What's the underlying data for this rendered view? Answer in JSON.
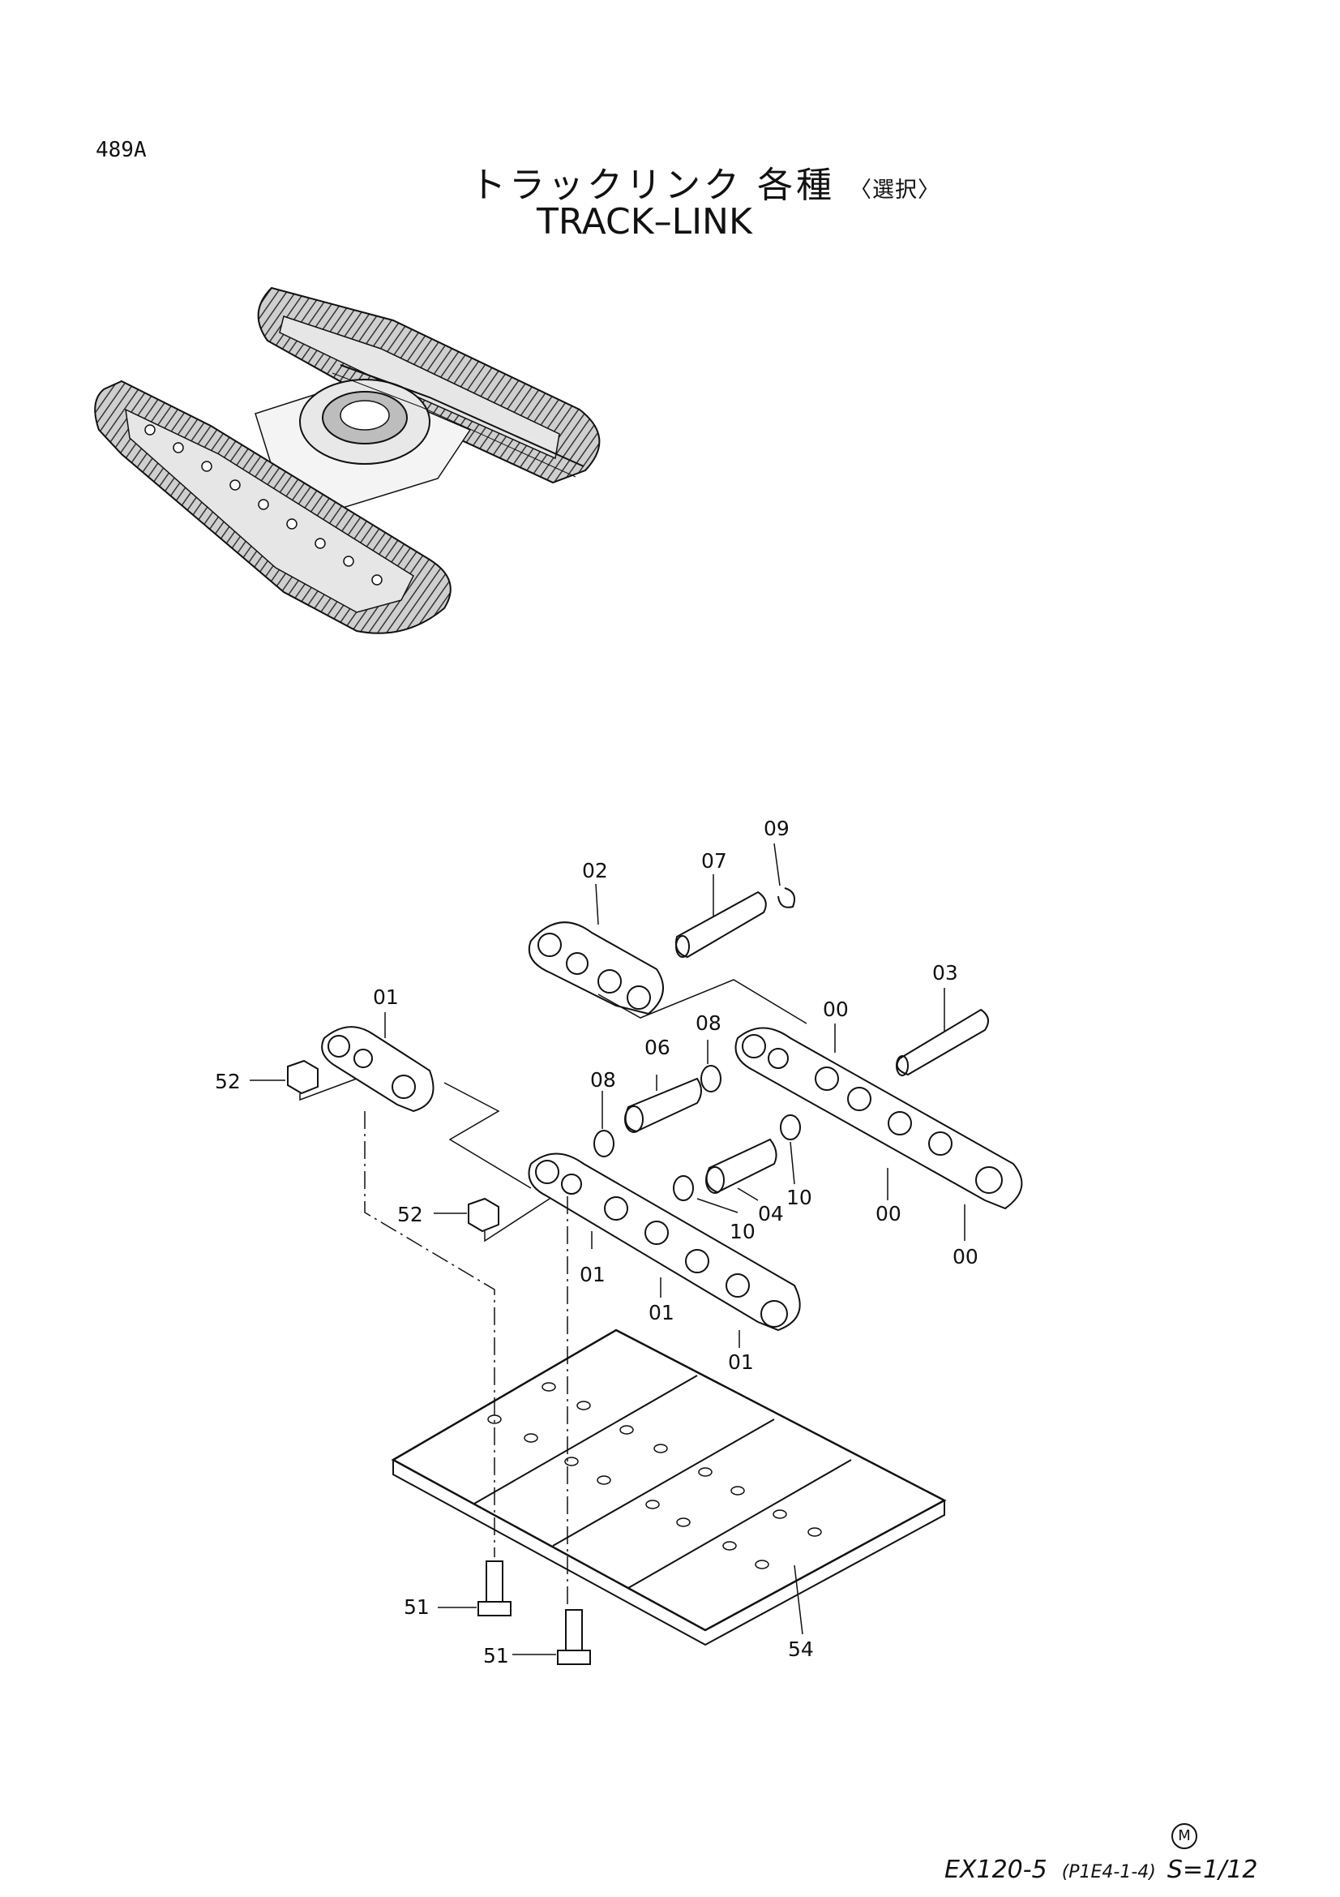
{
  "page_code": "489A",
  "title_jp": "トラックリンク 各種",
  "title_jp_sub": "〈選択〉",
  "title_en": "TRACK–LINK",
  "footer": {
    "model": "EX120-5",
    "ref": "(P1E4-1-4)",
    "scale": "S=1/12",
    "mark": "M"
  },
  "callouts": {
    "c09": "09",
    "c02": "02",
    "c07": "07",
    "c03": "03",
    "c01a": "01",
    "c00a": "00",
    "c08a": "08",
    "c06": "06",
    "c08b": "08",
    "c52a": "52",
    "c52b": "52",
    "c10a": "10",
    "c04": "04",
    "c10b": "10",
    "c00b": "00",
    "c00c": "00",
    "c01b": "01",
    "c01c": "01",
    "c01d": "01",
    "c51a": "51",
    "c51b": "51",
    "c54": "54"
  }
}
